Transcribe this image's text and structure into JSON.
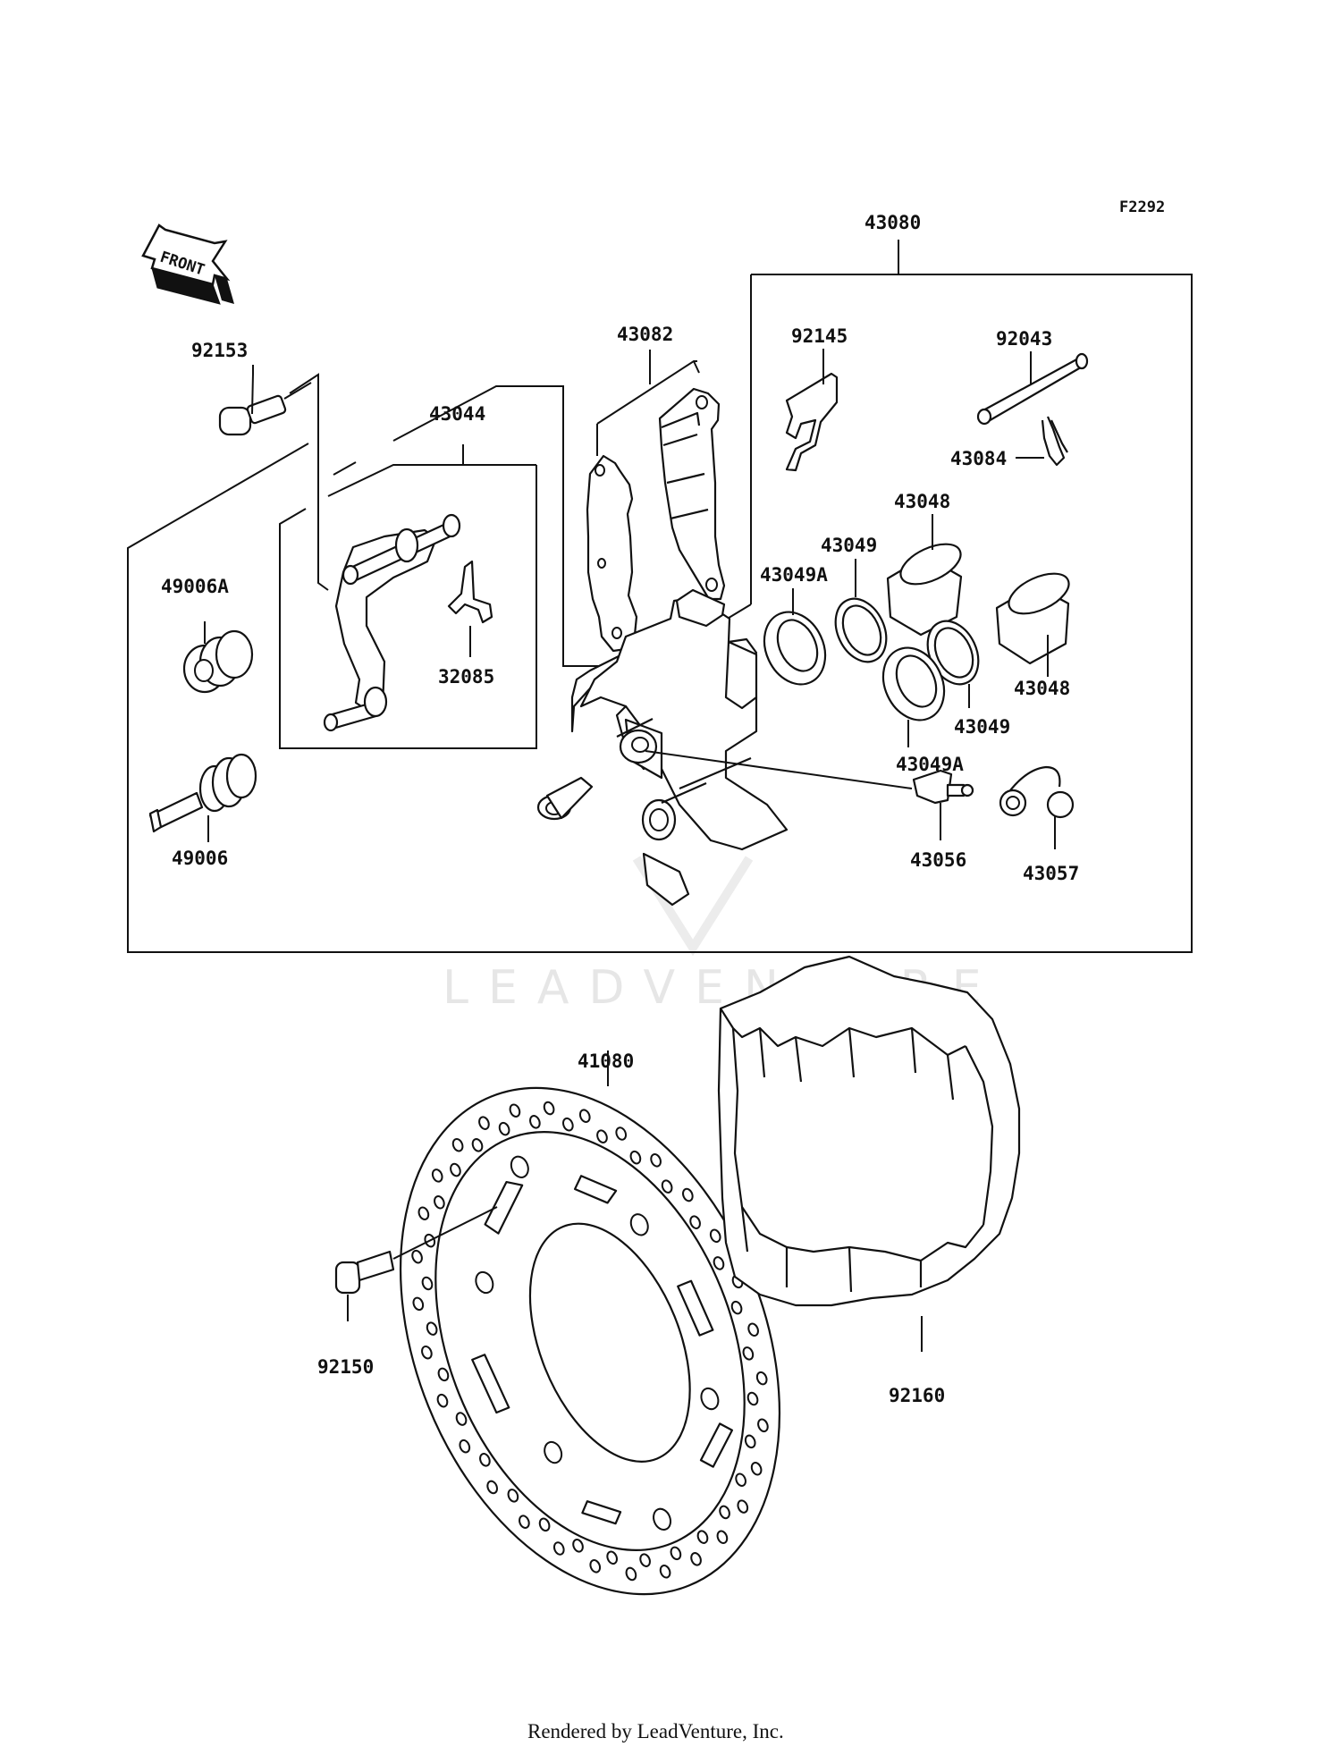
{
  "figure_code": "F2292",
  "front_label": "FRONT",
  "watermark": "LEADVENTURE",
  "credit": "Rendered by LeadVenture, Inc.",
  "callouts": [
    {
      "id": "43080",
      "text": "43080"
    },
    {
      "id": "92153",
      "text": "92153"
    },
    {
      "id": "43082",
      "text": "43082"
    },
    {
      "id": "43044",
      "text": "43044"
    },
    {
      "id": "92145",
      "text": "92145"
    },
    {
      "id": "92043",
      "text": "92043"
    },
    {
      "id": "43084",
      "text": "43084"
    },
    {
      "id": "43048a",
      "text": "43048"
    },
    {
      "id": "43049a",
      "text": "43049"
    },
    {
      "id": "43049Aa",
      "text": "43049A"
    },
    {
      "id": "49006A",
      "text": "49006A"
    },
    {
      "id": "32085",
      "text": "32085"
    },
    {
      "id": "43048b",
      "text": "43048"
    },
    {
      "id": "43049b",
      "text": "43049"
    },
    {
      "id": "43049Ab",
      "text": "43049A"
    },
    {
      "id": "49006",
      "text": "49006"
    },
    {
      "id": "43056",
      "text": "43056"
    },
    {
      "id": "43057",
      "text": "43057"
    },
    {
      "id": "41080",
      "text": "41080"
    },
    {
      "id": "92150",
      "text": "92150"
    },
    {
      "id": "92160",
      "text": "92160"
    }
  ]
}
